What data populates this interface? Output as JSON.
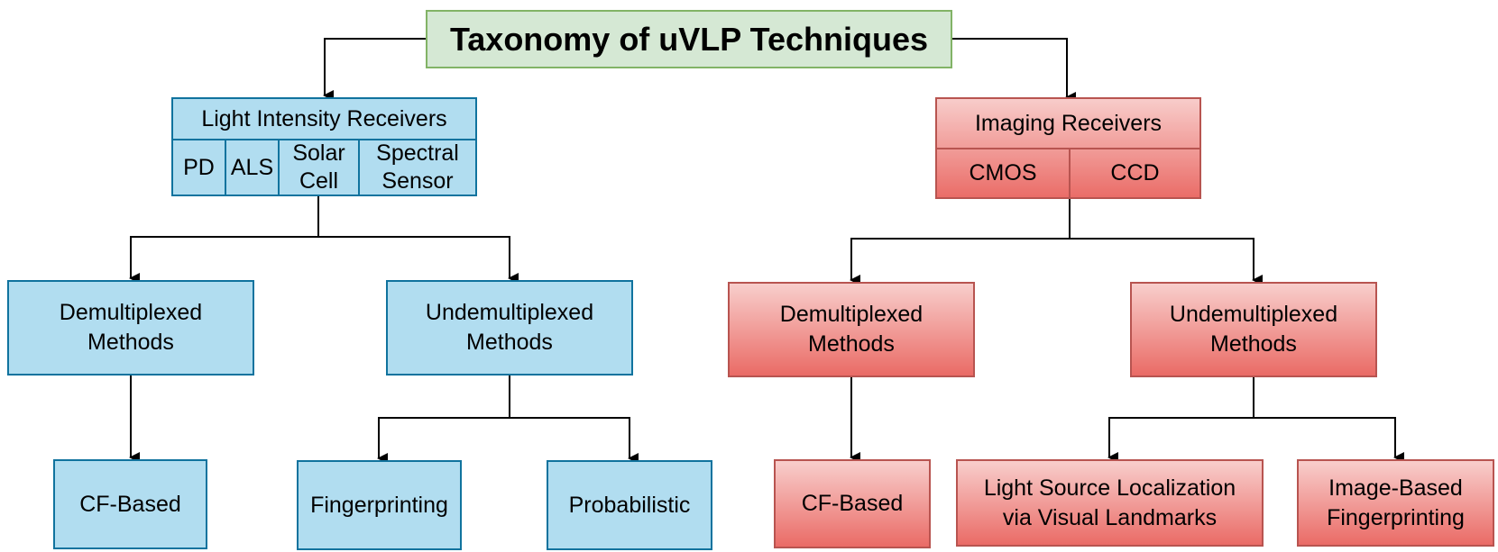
{
  "title": "Taxonomy of uVLP Techniques",
  "light_intensity": {
    "header": "Light Intensity Receivers",
    "cells": [
      "PD",
      "ALS",
      "Solar\nCell",
      "Spectral\nSensor"
    ],
    "demux": "Demultiplexed\nMethods",
    "undemux": "Undemultiplexed\nMethods",
    "cf": "CF-Based",
    "fingerprinting": "Fingerprinting",
    "probabilistic": "Probabilistic"
  },
  "imaging": {
    "header": "Imaging Receivers",
    "cells": [
      "CMOS",
      "CCD"
    ],
    "demux": "Demultiplexed\nMethods",
    "undemux": "Undemultiplexed\nMethods",
    "cf": "CF-Based",
    "landmarks": "Light Source Localization\nvia Visual Landmarks",
    "image_fp": "Image-Based\nFingerprinting"
  },
  "colors": {
    "blue_fill": "#b1ddf0",
    "blue_border": "#10739e",
    "red_top": "#f8cecc",
    "red_bottom": "#ea6b66",
    "red_border": "#b85450",
    "green_fill": "#d5e8d4",
    "green_border": "#82b366"
  }
}
